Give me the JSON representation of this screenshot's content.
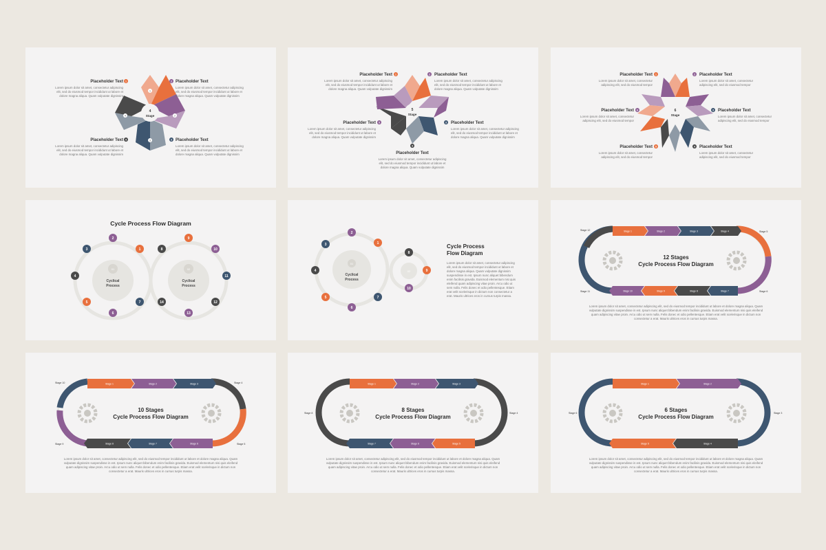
{
  "colors": {
    "orange": "#e8703d",
    "peach": "#f0a98e",
    "purple": "#8d5f94",
    "lilac": "#b99bbd",
    "navy": "#3e5670",
    "grey": "#8e9aa6",
    "dark": "#4a4a4a",
    "light": "#e6e5e1"
  },
  "placeholder_title": "Placeholder Text",
  "placeholder_body": [
    "Lorem ipsum dolor sit amet, consectetur adipiscing",
    "elit, sed do eiusmod tempor incididunt ut labore et",
    "dolore magna aliqua. Quam vulputate dignissim"
  ],
  "placeholder_body_short": [
    "Lorem ipsum dolor sit amet, consectetur",
    "adipiscing elit, sed do eiusmod tempor"
  ],
  "stage_word": "Stage",
  "star4": {
    "count": "4"
  },
  "star5": {
    "count": "5"
  },
  "star6": {
    "count": "6"
  },
  "cycle_title": "Cycle Process Flow Diagram",
  "cycle_title_l1": "Cycle Process",
  "cycle_title_l2": "Flow Diagram",
  "cyclical_l1": "Cyclical",
  "cyclical_l2": "Process",
  "center_01": "01",
  "center_02": "02",
  "paragraph": [
    "Lorem ipsum dolor sit amet, consectetur adipiscing elit, sed do eiusmod tempor incididunt ut labore et dolore magna aliqua. Quam",
    "vulputate dignissim suspendisse in est. Ipsum nunc aliquet bibendum enim facilisis gravida. Euismod elementum nisi quis eleifend",
    "quam adipiscing vitae proin. Arcu odio ut sem nulla. Felis donec et odio pellentesque. Etiam erat velit scelerisque in dictum non",
    "consectetur a erat. Mauris ultrices eros in cursus turpis massa."
  ],
  "side_paragraph": [
    "Lorem ipsum dolor sit amet, consectetur adipiscing",
    "elit, sed do eiusmod tempor incididunt ut labore et",
    "dolore magna aliqua. Quam vulputate dignissim",
    "suspendisse in est. Ipsum nunc aliquet bibendum",
    "enim facilisis gravida. Euismod elementum nisi quis",
    "eleifend quam adipiscing vitae proin. Arcu odio ut",
    "sem nulla. Felis donec et odio pellentesque. Etiam",
    "erat velit scelerisque in dictum non consectetur a",
    "erat. Mauris ultrices eros in cursus turpis massa."
  ],
  "stages12_l1": "12 Stages",
  "stages10_l1": "10  Stages",
  "stages8_l1": "8 Stages",
  "stages6_l1": "6 Stages",
  "flow_l2": "Cycle Process Flow Diagram",
  "stage_labels": {
    "s1": "Stage 1",
    "s2": "Stage 2",
    "s3": "Stage 3",
    "s4": "Stage 4",
    "s5": "Stage 5",
    "s6": "Stage 6",
    "s7": "Stage 7",
    "s8": "Stage 8",
    "s9": "Stage 9",
    "s10": "Stage 10",
    "s11": "Stage 11",
    "s12": "Stage 12"
  }
}
